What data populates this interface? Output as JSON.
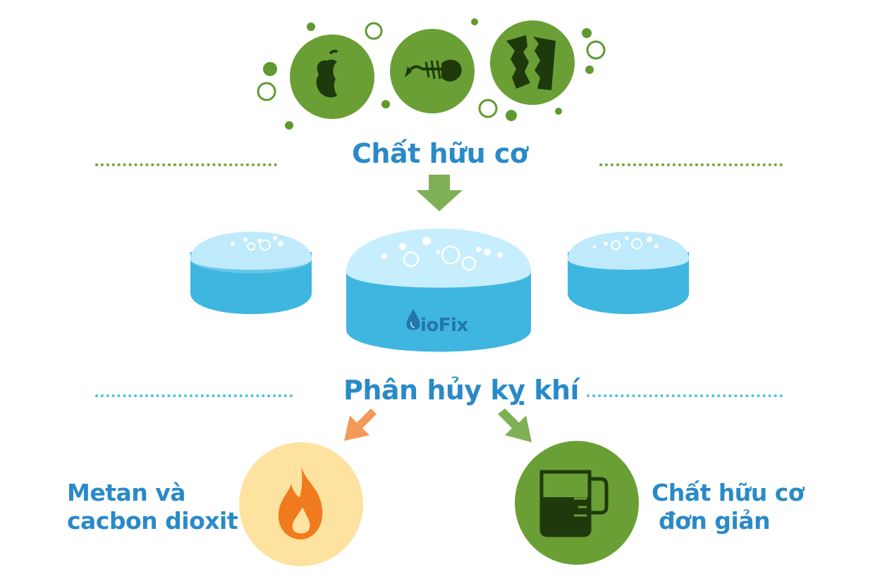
{
  "header": {
    "input_label": "Chất hữu cơ"
  },
  "process": {
    "label": "Phân hủy kỵ khí",
    "brand": "ioFix"
  },
  "outputs": {
    "gas": {
      "line1": "Metan và",
      "line2": "cacbon dioxit"
    },
    "organic": {
      "line1": "Chất hữu cơ",
      "line2": "đơn giản"
    }
  },
  "icons": {
    "inputs": [
      "apple-core-icon",
      "fish-bone-icon",
      "paper-scrap-icon"
    ],
    "gas": "flame-icon",
    "organic": "measuring-cup-icon",
    "brand_mark": "water-drop-icon"
  },
  "colors": {
    "green_circle": "#6a9f35",
    "green_arrow": "#7fb055",
    "orange_arrow": "#f39a5a",
    "label_blue": "#2a8ac8",
    "cylinder_blue": "#3fb6e0",
    "flame_bg": "#fde2a0",
    "flame": "#f07a1e"
  }
}
